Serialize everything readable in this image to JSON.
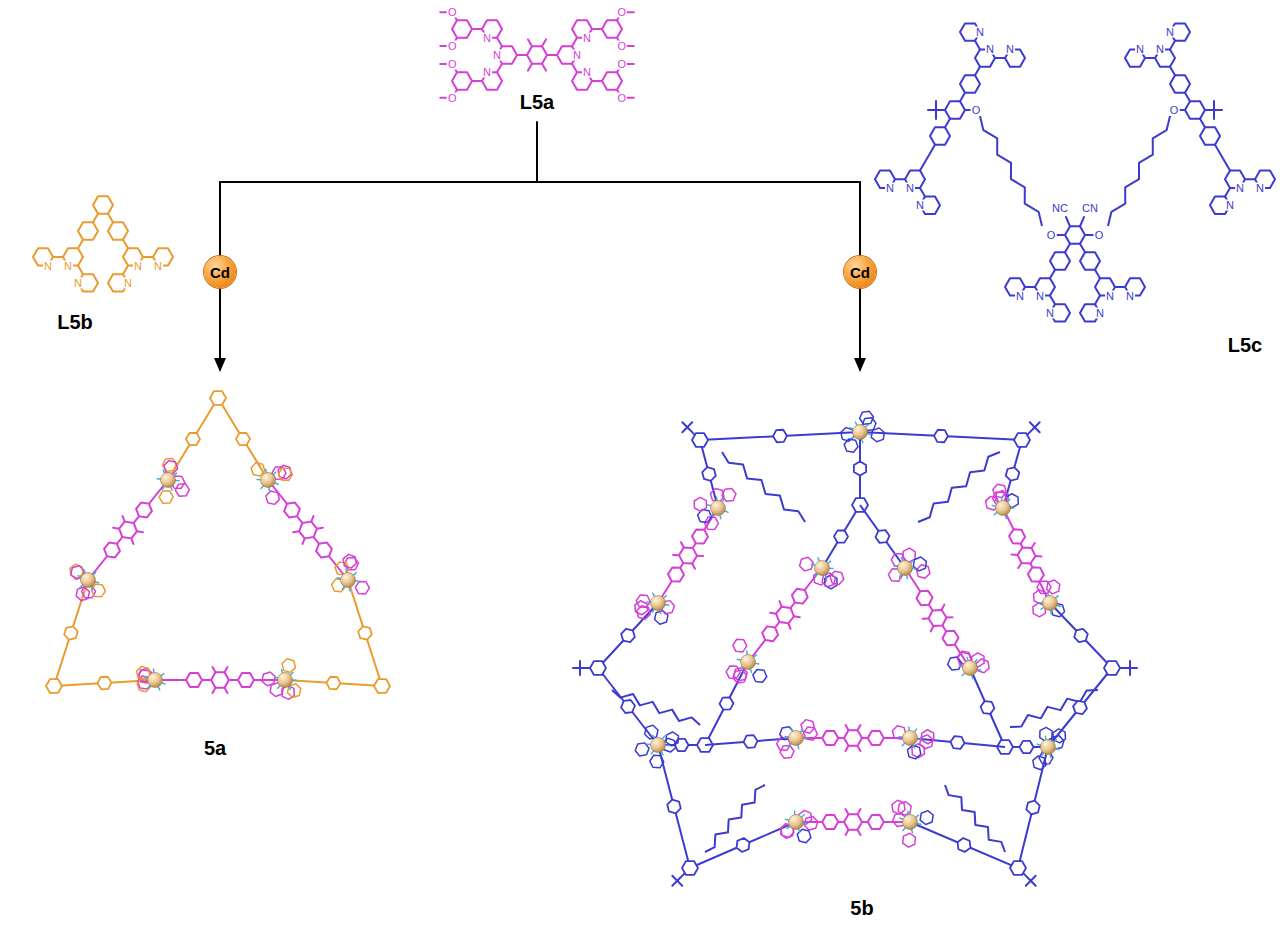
{
  "diagram": {
    "nodes": [
      {
        "text": [
          "Cd"
        ]
      },
      {
        "text": [
          "Cd"
        ]
      }
    ],
    "labels": [
      "N",
      "N",
      "N",
      "O",
      "O",
      "O",
      "O",
      "N",
      "N",
      "N",
      "O",
      "O",
      "O",
      "O",
      "L5a",
      "N",
      "N",
      "N",
      "N",
      "N",
      "N",
      "L5b",
      "N",
      "N",
      "N",
      "O",
      "N",
      "N",
      "N",
      "N",
      "N",
      "N",
      "O",
      "N",
      "N",
      "N",
      "NC",
      "CN",
      "O",
      "O",
      "N",
      "N",
      "N",
      "N",
      "N",
      "N",
      "L5c",
      "5a",
      "5b"
    ]
  }
}
